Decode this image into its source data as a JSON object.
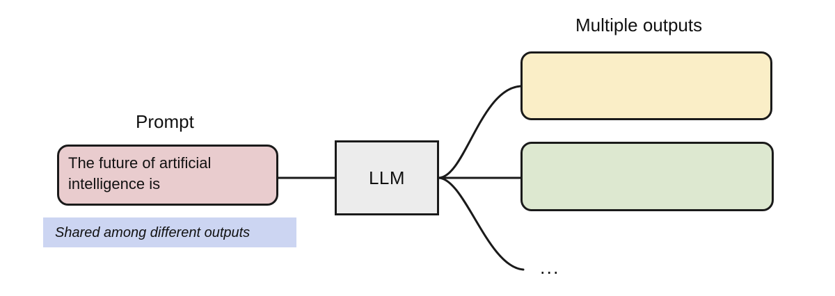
{
  "diagram": {
    "title_visible": false,
    "background_color": "#ffffff",
    "stroke_color": "#1a1a1a"
  },
  "prompt": {
    "caption": "Prompt",
    "text": "The future of artificial intelligence is",
    "fill_color": "#e9ccce",
    "note": {
      "text": "Shared among different outputs",
      "highlight_color": "#ccd5f2"
    }
  },
  "model": {
    "label": "LLM",
    "fill_color": "#ececec"
  },
  "outputs": {
    "caption": "Multiple outputs",
    "ellipsis": "...",
    "boxes": [
      {
        "label": "",
        "fill_color": "#faeec7"
      },
      {
        "label": "",
        "fill_color": "#dde8d0"
      }
    ]
  },
  "connectors": {
    "prompt_to_model": "straight",
    "model_to_output_1": "curve-up",
    "model_to_output_2": "straight",
    "model_to_ellipsis": "curve-down"
  }
}
